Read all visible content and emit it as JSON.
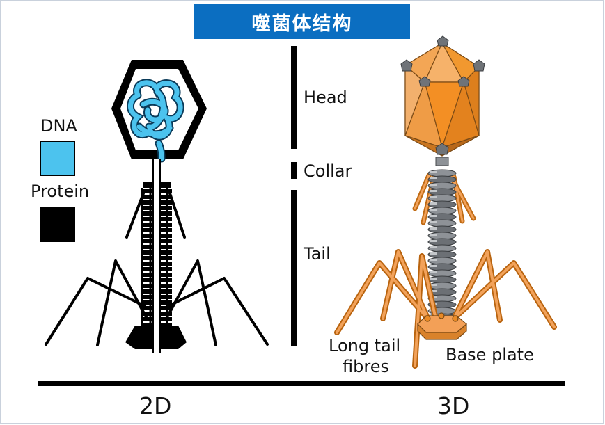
{
  "title": "噬菌体结构",
  "legend": [
    {
      "label": "DNA",
      "color": "#4cc3ee"
    },
    {
      "label": "Protein",
      "color": "#000000"
    }
  ],
  "parts": {
    "head": "Head",
    "collar": "Collar",
    "tail": "Tail",
    "long_tail_fibres_line1": "Long tail",
    "long_tail_fibres_line2": "fibres",
    "base_plate": "Base plate"
  },
  "captions": {
    "left": "2D",
    "right": "3D"
  },
  "colors": {
    "banner": "#0b6ec1",
    "capsid_orange": "#f0922e",
    "tail_gray": "#8e9297",
    "outline": "#000000"
  }
}
